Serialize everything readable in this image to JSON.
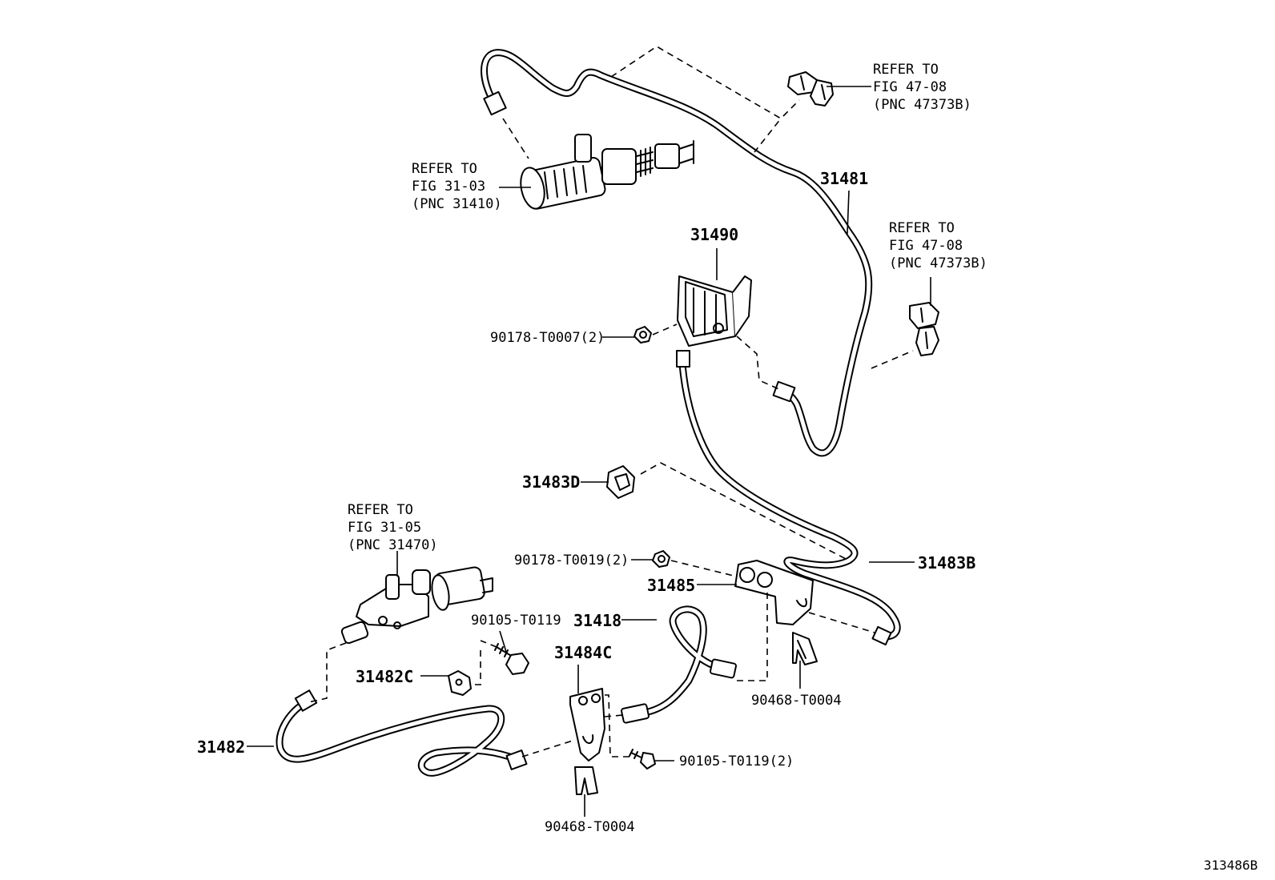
{
  "figure_id": "313486B",
  "references": {
    "master_cylinder": [
      "REFER TO",
      "FIG 31-03",
      "(PNC 31410)"
    ],
    "clamp_top": [
      "REFER TO",
      "FIG 47-08",
      "(PNC 47373B)"
    ],
    "clamp_right": [
      "REFER TO",
      "FIG 47-08",
      "(PNC 47373B)"
    ],
    "release_cylinder": [
      "REFER TO",
      "FIG 31-05",
      "(PNC 31470)"
    ]
  },
  "parts": {
    "p31481": "31481",
    "p31490": "31490",
    "p90178_t0007": "90178-T0007(2)",
    "p31483d": "31483D",
    "p90178_t0019": "90178-T0019(2)",
    "p31485": "31485",
    "p31483b": "31483B",
    "p90105_t0119": "90105-T0119",
    "p31418": "31418",
    "p31484c": "31484C",
    "p31482c": "31482C",
    "p90468_t0004_a": "90468-T0004",
    "p31482": "31482",
    "p90105_t0119_2": "90105-T0119(2)",
    "p90468_t0004_b": "90468-T0004"
  }
}
